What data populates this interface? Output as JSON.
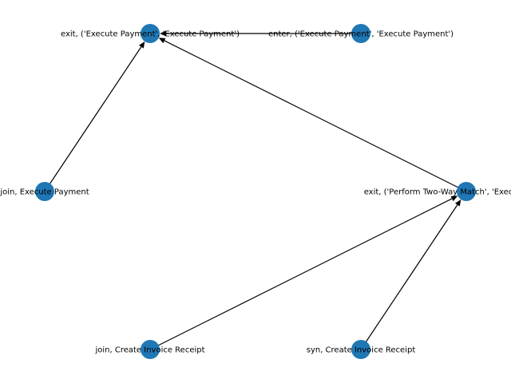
{
  "graph": {
    "node_color": "#1f77b4",
    "edge_color": "#000000",
    "directed": true,
    "nodes": [
      {
        "id": "exit-execute-payment",
        "label": "exit, ('Execute Payment', 'Execute Payment')"
      },
      {
        "id": "enter-execute-payment",
        "label": "enter, ('Execute Payment', 'Execute Payment')"
      },
      {
        "id": "join-execute-payment",
        "label": "join, Execute Payment"
      },
      {
        "id": "exit-perform-two-way-match",
        "label": "exit, ('Perform Two-Way Match', 'Execute Payment')"
      },
      {
        "id": "join-create-invoice-receipt",
        "label": "join, Create Invoice Receipt"
      },
      {
        "id": "syn-create-invoice-receipt",
        "label": "syn, Create Invoice Receipt"
      }
    ],
    "edges": [
      {
        "source": "enter-execute-payment",
        "target": "exit-execute-payment"
      },
      {
        "source": "join-execute-payment",
        "target": "exit-execute-payment"
      },
      {
        "source": "exit-perform-two-way-match",
        "target": "exit-execute-payment"
      },
      {
        "source": "join-create-invoice-receipt",
        "target": "exit-perform-two-way-match"
      },
      {
        "source": "syn-create-invoice-receipt",
        "target": "exit-perform-two-way-match"
      }
    ]
  }
}
